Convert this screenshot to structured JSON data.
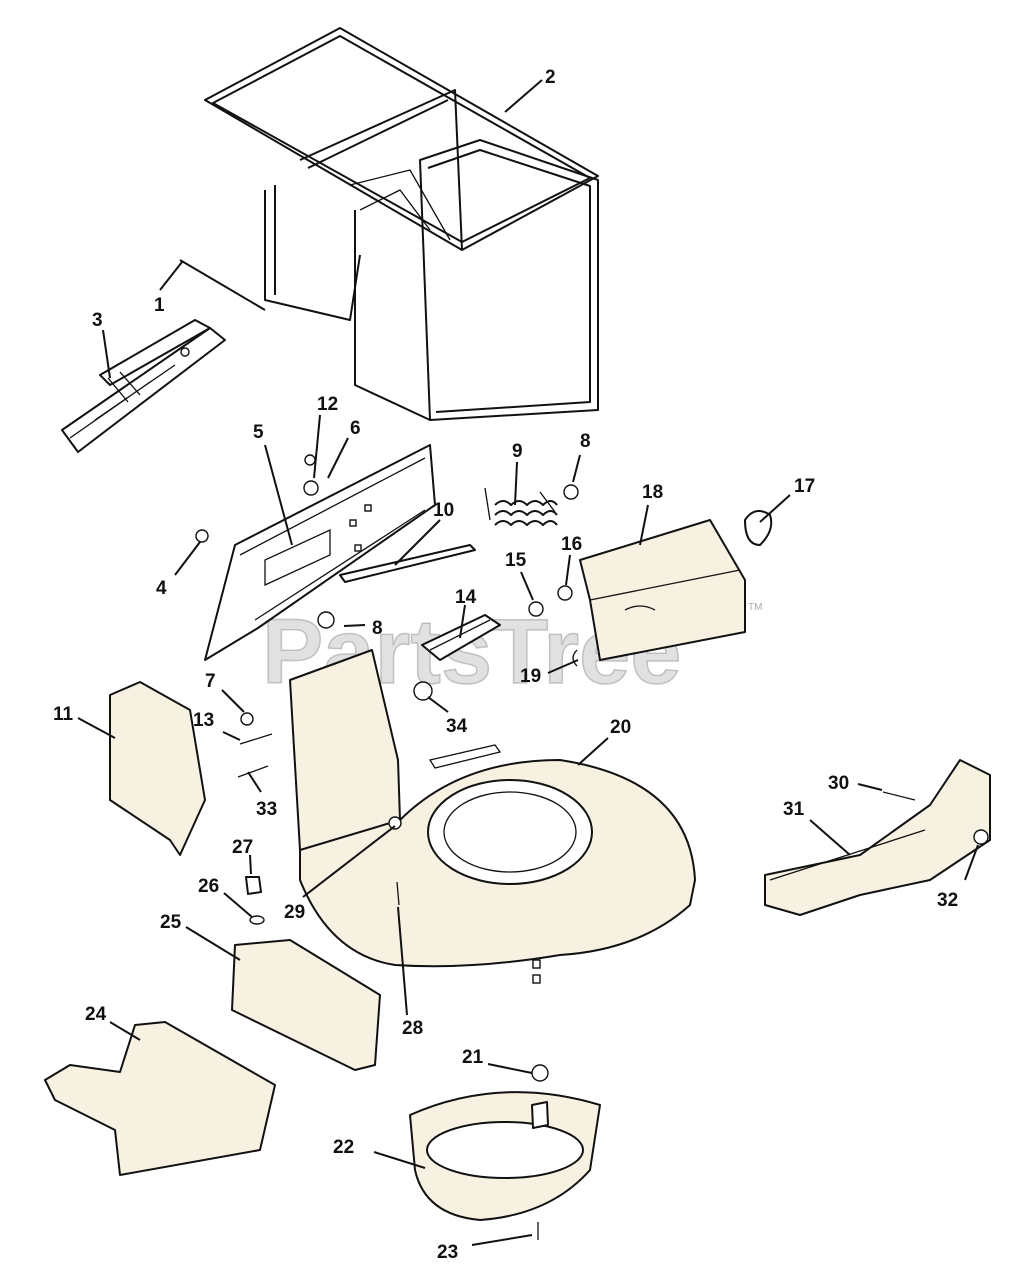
{
  "diagram": {
    "watermark": "PartsTree",
    "watermark_tm": "TM",
    "callouts": [
      "1",
      "2",
      "3",
      "4",
      "5",
      "6",
      "7",
      "8",
      "8",
      "9",
      "10",
      "11",
      "12",
      "13",
      "14",
      "15",
      "16",
      "17",
      "18",
      "19",
      "20",
      "21",
      "22",
      "23",
      "24",
      "25",
      "26",
      "27",
      "28",
      "29",
      "30",
      "31",
      "32",
      "33",
      "34"
    ],
    "colors": {
      "part_fill": "#f7f1e2",
      "ink": "#111111",
      "watermark": "#c9c9c9"
    }
  }
}
